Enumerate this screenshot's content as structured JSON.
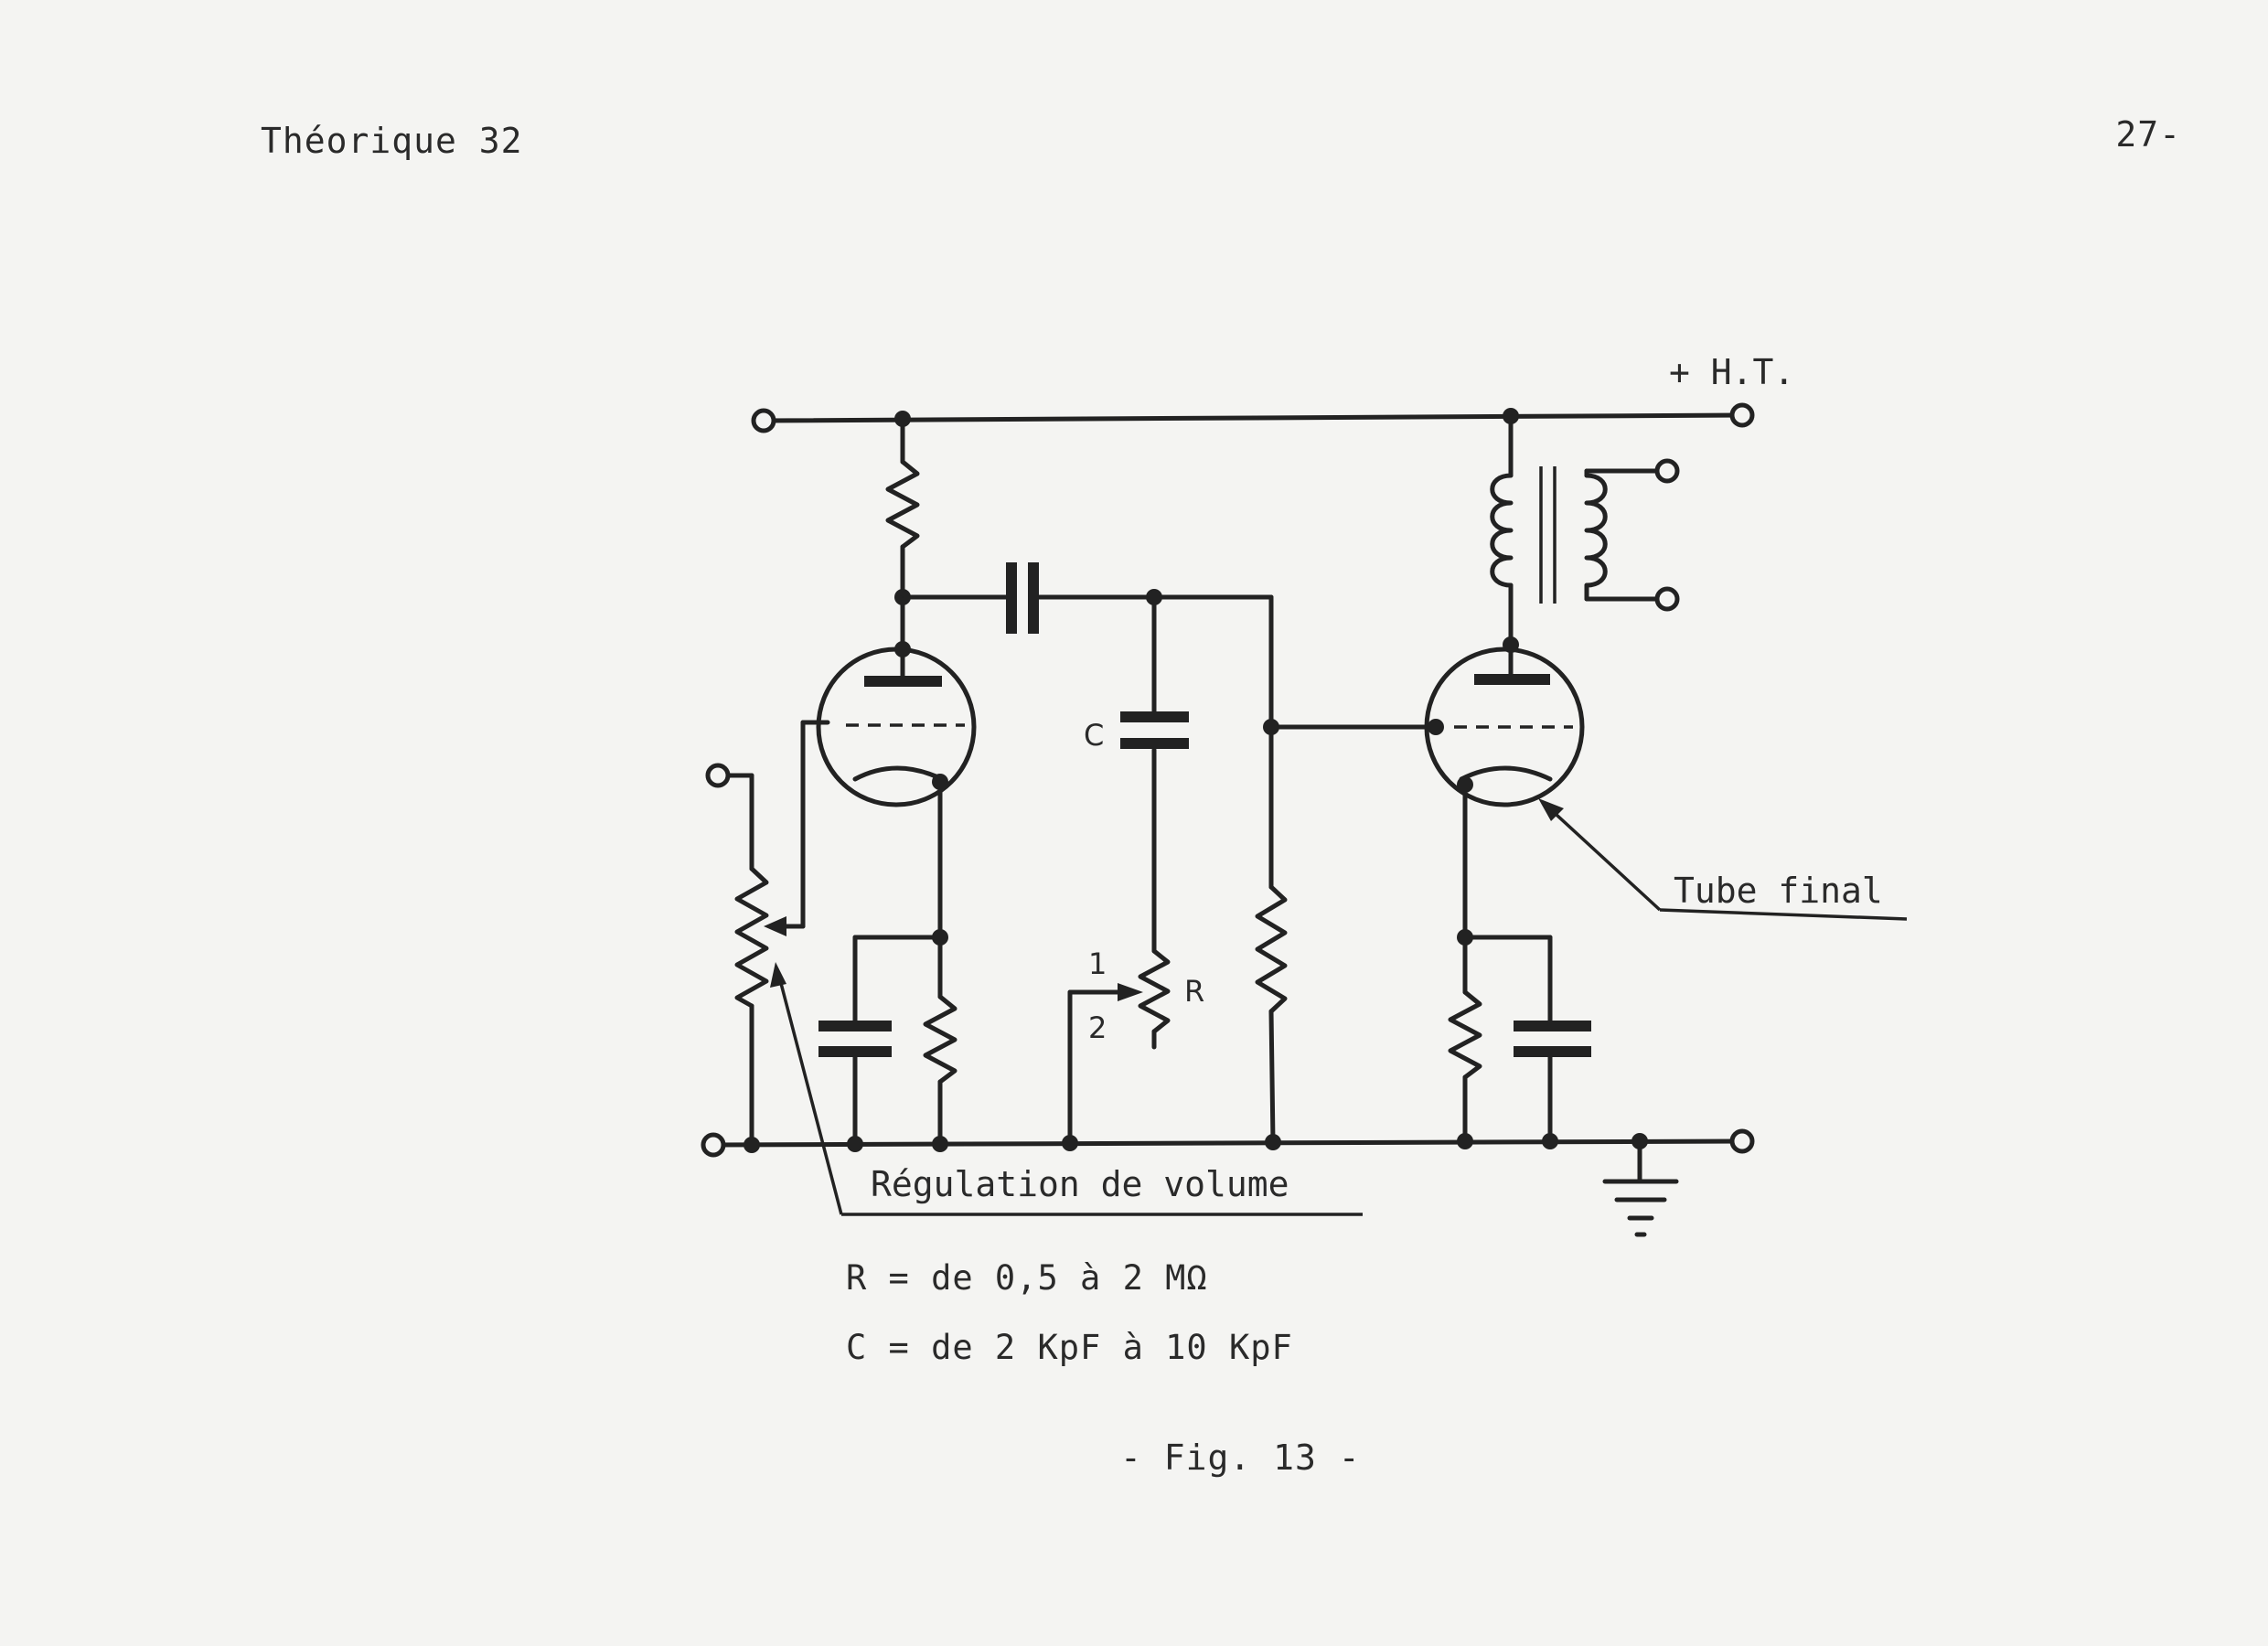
{
  "header": {
    "left": "Théorique 32",
    "right": "27-"
  },
  "schematic": {
    "label_ht": "+ H.T.",
    "label_c": "C",
    "label_r": "R",
    "label_pos1": "1",
    "label_pos2": "2",
    "label_tube": "Tube final",
    "label_volume": "Régulation de volume"
  },
  "formulas": {
    "r": "R = de 0,5 à 2 MΩ",
    "c": "C = de 2 KpF à 10 KpF"
  },
  "caption": "- Fig. 13 -"
}
